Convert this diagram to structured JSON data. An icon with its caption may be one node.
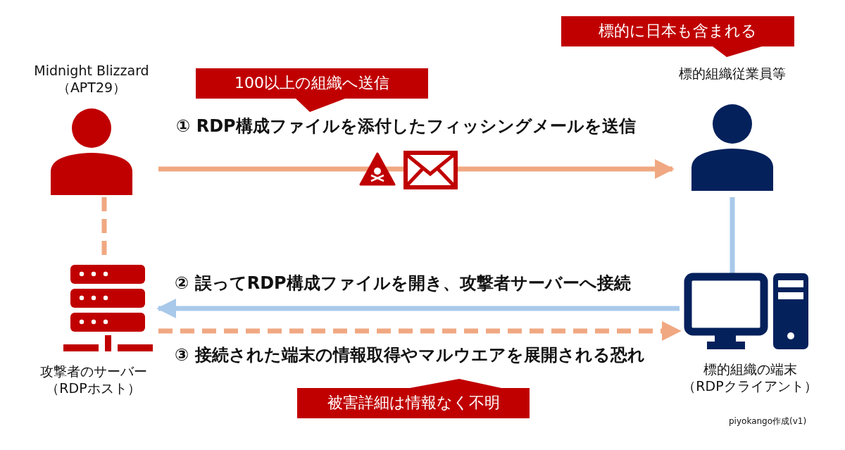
{
  "diagram": {
    "nodes": [
      {
        "text": [
          "Midnight Blizzard （APT29）"
        ]
      },
      {
        "text": [
          "標的組織従業員等"
        ]
      },
      {
        "text": [
          "攻撃者のサーバー（RDPホスト）"
        ]
      },
      {
        "text": [
          "標的組織の端末（RDPクライアント）"
        ]
      },
      {
        "text": [
          "100以上の組織へ送信"
        ]
      },
      {
        "text": [
          "標的に日本も含まれる"
        ]
      },
      {
        "text": [
          "被害詳細は情報なく不明"
        ]
      }
    ],
    "edges": [
      {
        "from": 0,
        "to": 1,
        "arrow": "to",
        "label": "① RDP構成ファイルを添付したフィッシングメールを送信"
      },
      {
        "from": 0,
        "to": 2,
        "arrow": "none",
        "style": "dashed"
      },
      {
        "from": 1,
        "to": 3,
        "arrow": "none",
        "color": "#a9c9ea"
      },
      {
        "from": 3,
        "to": 2,
        "arrow": "to",
        "color": "#a9c9ea",
        "label": "② 誤ってRDP構成ファイルを開き、攻撃者サーバーへ接続"
      },
      {
        "from": 2,
        "to": 3,
        "arrow": "to",
        "style": "dashed",
        "label": "③ 接続された端末の情報取得やマルウエアを展開される恐れ"
      }
    ],
    "labels": [
      "piyokango作成(v1)"
    ]
  }
}
